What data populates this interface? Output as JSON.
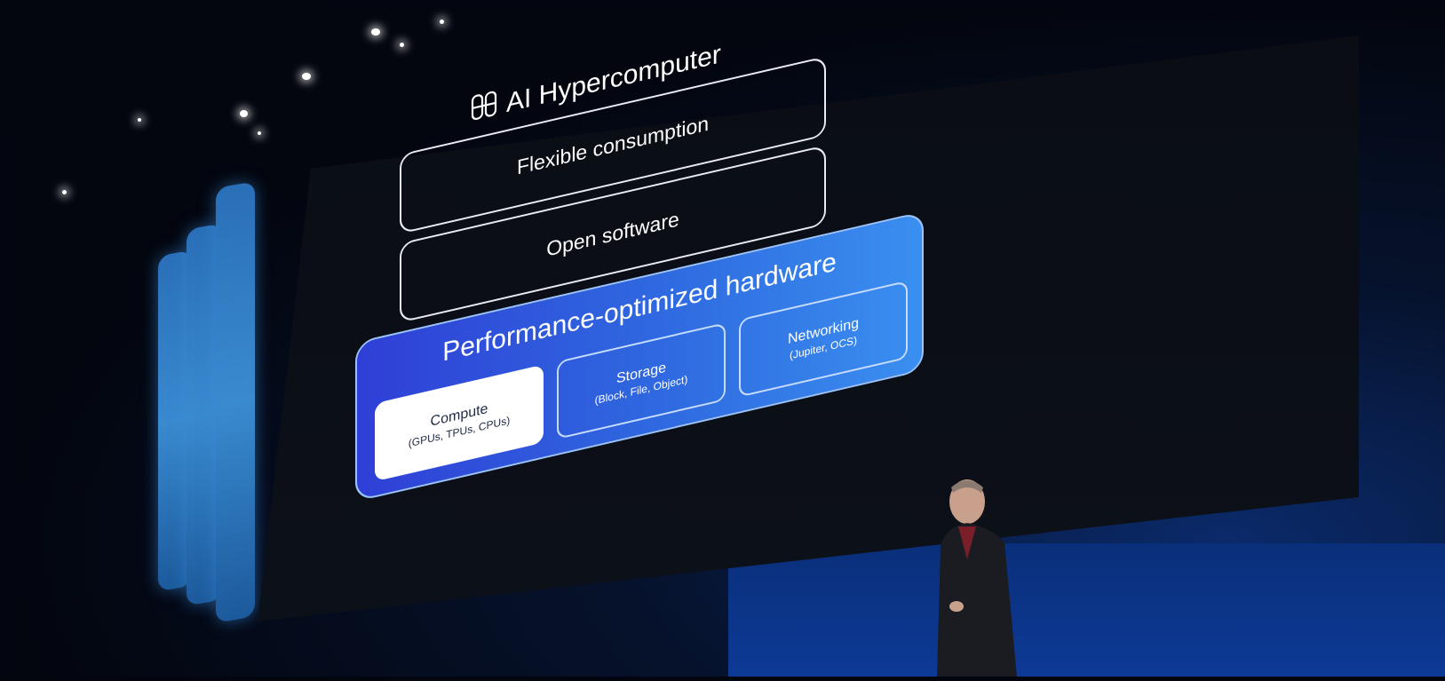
{
  "slide": {
    "title": "AI Hypercomputer",
    "title_icon": "hypercomputer-logo-icon",
    "layers": [
      {
        "label": "Flexible consumption"
      },
      {
        "label": "Open software"
      }
    ],
    "hardware": {
      "title": "Performance-optimized hardware",
      "items": [
        {
          "label": "Compute",
          "detail": "(GPUs, TPUs, CPUs)",
          "selected": true
        },
        {
          "label": "Storage",
          "detail": "(Block, File, Object)",
          "selected": false
        },
        {
          "label": "Networking",
          "detail": "(Jupiter, OCS)",
          "selected": false
        }
      ]
    }
  },
  "colors": {
    "hardware_gradient_start": "#2f3fd6",
    "hardware_gradient_end": "#3a8ff0",
    "layer_border": "#e8ecf2",
    "selected_box": "#ffffff"
  }
}
